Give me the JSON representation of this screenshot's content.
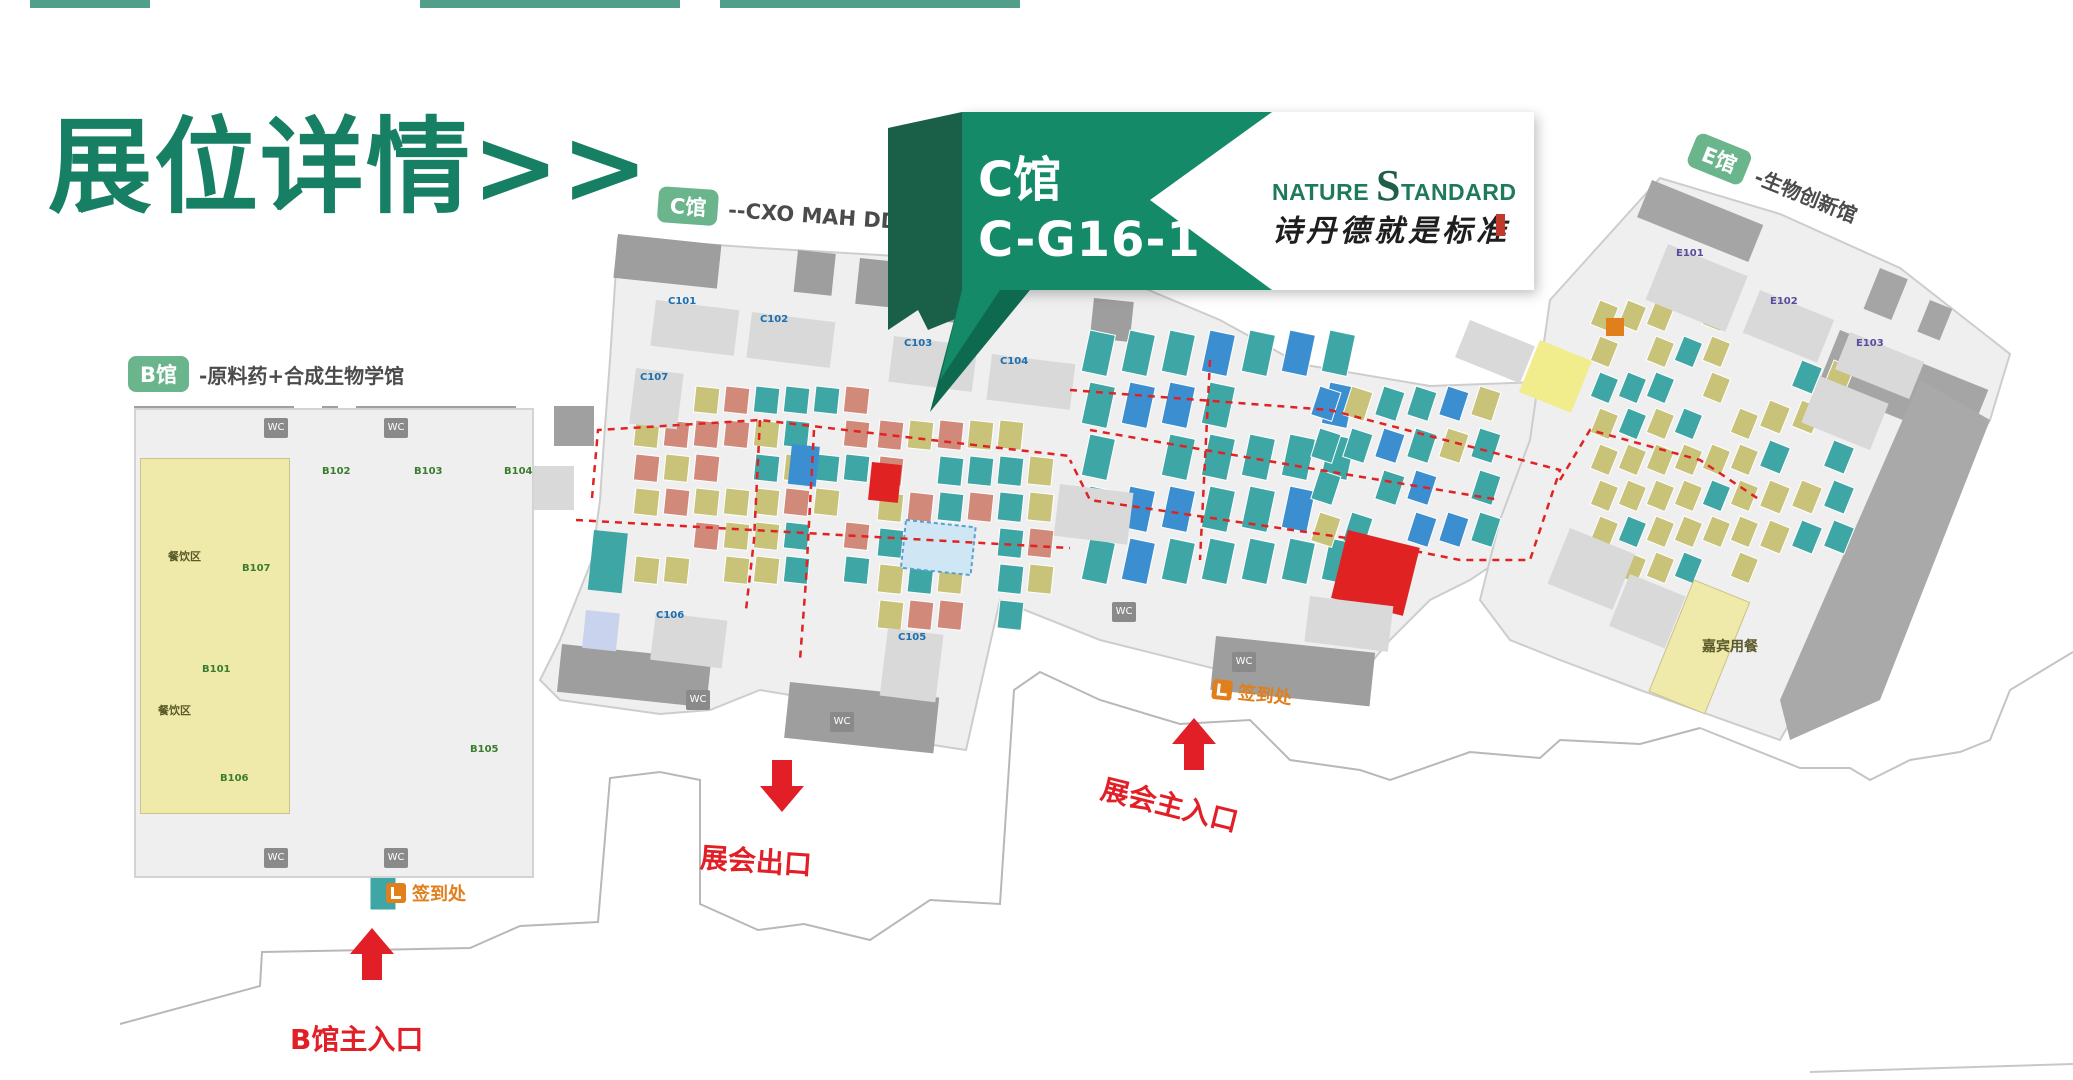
{
  "page_title": "展位详情>>",
  "callout": {
    "hall": "C馆",
    "booth": "C-G16-1",
    "colors": {
      "banner": "#148a68",
      "banner_dark": "#0e6a4f",
      "fold": "#1a5f48"
    },
    "logo": {
      "prefix": "NATURE ",
      "big_letter": "S",
      "suffix": "TANDARD",
      "slogan_cn": "诗丹德就是标准"
    }
  },
  "halls": {
    "b": {
      "tag": "B馆",
      "subtitle": "-原料药+合成生物学馆"
    },
    "c": {
      "tag": "C馆",
      "subtitle": "--CXO MAH DDS馆"
    },
    "e": {
      "tag": "E馆",
      "subtitle": "-生物创新馆"
    }
  },
  "directions": {
    "exhibition_exit": "展会出口",
    "main_entrance": "展会主入口",
    "b_hall_entrance": "B馆主入口"
  },
  "signin": {
    "label": "签到处"
  },
  "icons": {
    "arrow": "red-down-arrow",
    "signin": "signin-icon",
    "restroom": "restroom-icon"
  },
  "colors": {
    "title_green": "#177f64",
    "tag_green": "#6bb58d",
    "arrow_red": "#e21f26",
    "signin_orange": "#e07f1b",
    "booth_teal": "#3fa6a6",
    "booth_blue": "#3b8fd0",
    "booth_khaki": "#c9c37a",
    "booth_pink": "#d1897a",
    "booth_red": "#e02222",
    "zone_yellow": "#efeaa9",
    "floor_grey": "#efefef"
  },
  "map_labels": {
    "booths": [
      "B101",
      "B102",
      "B103",
      "B104",
      "B105",
      "B106",
      "B107",
      "C101",
      "C102",
      "C103",
      "C104",
      "C105",
      "C106",
      "C107",
      "E101",
      "E102",
      "E103"
    ],
    "zones": [
      "餐饮区",
      "嘉宾用餐"
    ]
  }
}
